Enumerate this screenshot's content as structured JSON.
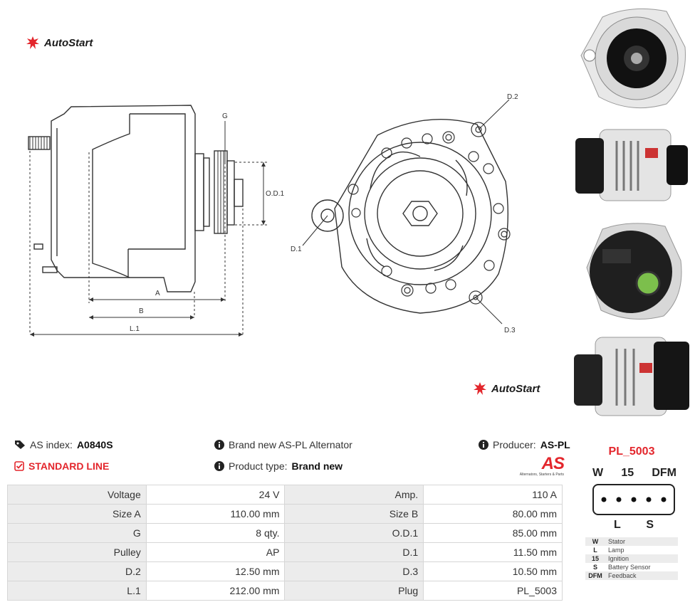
{
  "brand": {
    "logo_text": "AutoStart",
    "logo_color": "#e3262c"
  },
  "drawing": {
    "labels": {
      "g": "G",
      "od1": "O.D.1",
      "a": "A",
      "b": "B",
      "l1": "L.1",
      "d1": "D.1",
      "d2": "D.2",
      "d3": "D.3"
    }
  },
  "header_info": {
    "as_index_label": "AS index:",
    "as_index_value": "A0840S",
    "line_label": "STANDARD LINE",
    "description": "Brand new AS-PL Alternator",
    "product_type_label": "Product type:",
    "product_type_value": "Brand new",
    "producer_label": "Producer:",
    "producer_value": "AS-PL",
    "producer_logo_text": "AS",
    "producer_logo_tagline": "Alternators, Starters & Parts"
  },
  "specs": [
    [
      {
        "label": "Voltage",
        "value": "24 V"
      },
      {
        "label": "Amp.",
        "value": "110 A"
      }
    ],
    [
      {
        "label": "Size A",
        "value": "110.00 mm"
      },
      {
        "label": "Size B",
        "value": "80.00 mm"
      }
    ],
    [
      {
        "label": "G",
        "value": "8 qty."
      },
      {
        "label": "O.D.1",
        "value": "85.00 mm"
      }
    ],
    [
      {
        "label": "Pulley",
        "value": "AP"
      },
      {
        "label": "D.1",
        "value": "11.50 mm"
      }
    ],
    [
      {
        "label": "D.2",
        "value": "12.50 mm"
      },
      {
        "label": "D.3",
        "value": "10.50 mm"
      }
    ],
    [
      {
        "label": "L.1",
        "value": "212.00 mm"
      },
      {
        "label": "Plug",
        "value": "PL_5003"
      }
    ]
  ],
  "plug": {
    "title": "PL_5003",
    "top_labels": [
      "W",
      "15",
      "DFM"
    ],
    "bottom_labels": [
      "L",
      "S"
    ],
    "legend": [
      {
        "key": "W",
        "desc": "Stator"
      },
      {
        "key": "L",
        "desc": "Lamp"
      },
      {
        "key": "15",
        "desc": "Ignition"
      },
      {
        "key": "S",
        "desc": "Battery Sensor"
      },
      {
        "key": "DFM",
        "desc": "Feedback"
      }
    ]
  },
  "photos": [
    {
      "name": "front-view"
    },
    {
      "name": "side-view-left"
    },
    {
      "name": "rear-view"
    },
    {
      "name": "side-view-right"
    }
  ]
}
